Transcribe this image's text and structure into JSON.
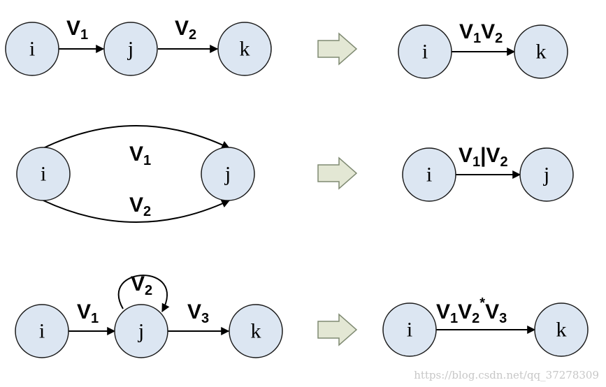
{
  "rules": [
    {
      "left": {
        "nodes": [
          "i",
          "j",
          "k"
        ],
        "labels": [
          "V1",
          "V2"
        ]
      },
      "right": {
        "nodes": [
          "i",
          "k"
        ],
        "label": "V1V2"
      }
    },
    {
      "left": {
        "nodes": [
          "i",
          "j"
        ],
        "labels": [
          "V1",
          "V2"
        ]
      },
      "right": {
        "nodes": [
          "i",
          "j"
        ],
        "label": "V1|V2"
      }
    },
    {
      "left": {
        "nodes": [
          "i",
          "j",
          "k"
        ],
        "labels": [
          "V1",
          "V2",
          "V3"
        ]
      },
      "right": {
        "nodes": [
          "i",
          "k"
        ],
        "label": "V1V2*V3"
      }
    }
  ],
  "watermark": "https://blog.csdn.net/qq_37278309",
  "colors": {
    "node_fill": "#dce6f2",
    "arrow_fill": "#e3e7d4"
  }
}
